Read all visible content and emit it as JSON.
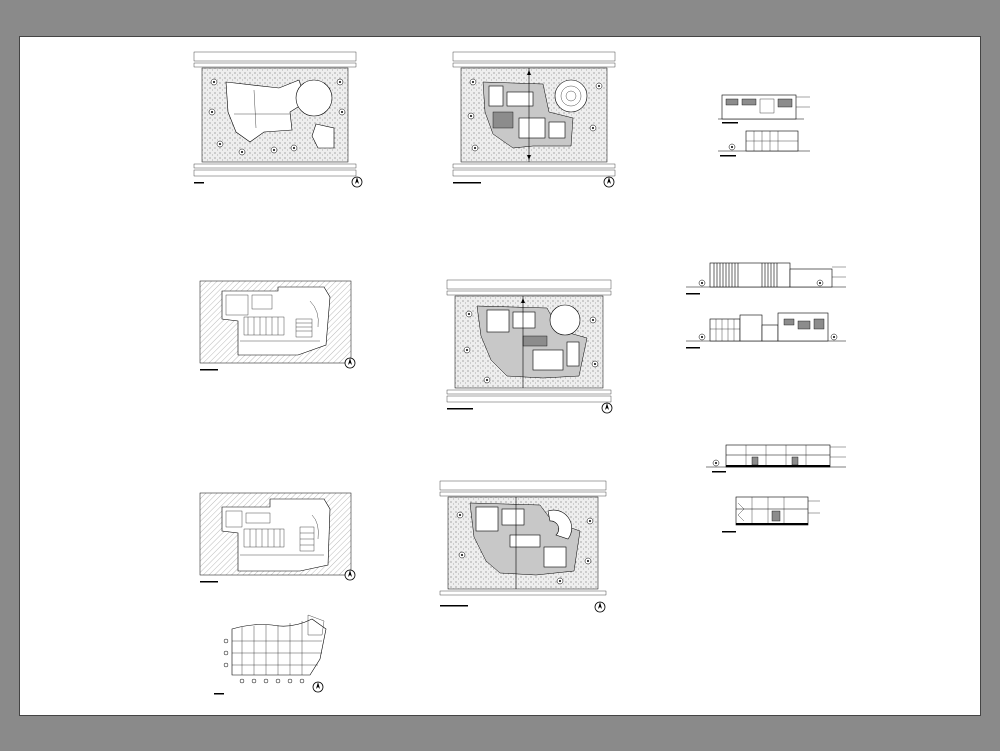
{
  "sheet": {
    "background_color": "#8a8a8a",
    "paper_color": "#ffffff",
    "line_color": "#000000"
  },
  "drawings": [
    {
      "id": "site-plan-roof",
      "kind": "site plan"
    },
    {
      "id": "site-plan-ground",
      "kind": "site plan"
    },
    {
      "id": "basement-plan-1",
      "kind": "parking plan"
    },
    {
      "id": "floor-plan-1",
      "kind": "floor plan"
    },
    {
      "id": "basement-plan-2",
      "kind": "parking plan"
    },
    {
      "id": "floor-plan-2",
      "kind": "floor plan"
    },
    {
      "id": "structural-grid-plan",
      "kind": "grid plan"
    },
    {
      "id": "elevation-1",
      "kind": "elevation"
    },
    {
      "id": "elevation-2",
      "kind": "elevation"
    },
    {
      "id": "elevation-3",
      "kind": "elevation"
    },
    {
      "id": "elevation-4",
      "kind": "elevation"
    },
    {
      "id": "section-1",
      "kind": "section"
    },
    {
      "id": "section-2",
      "kind": "section"
    }
  ]
}
